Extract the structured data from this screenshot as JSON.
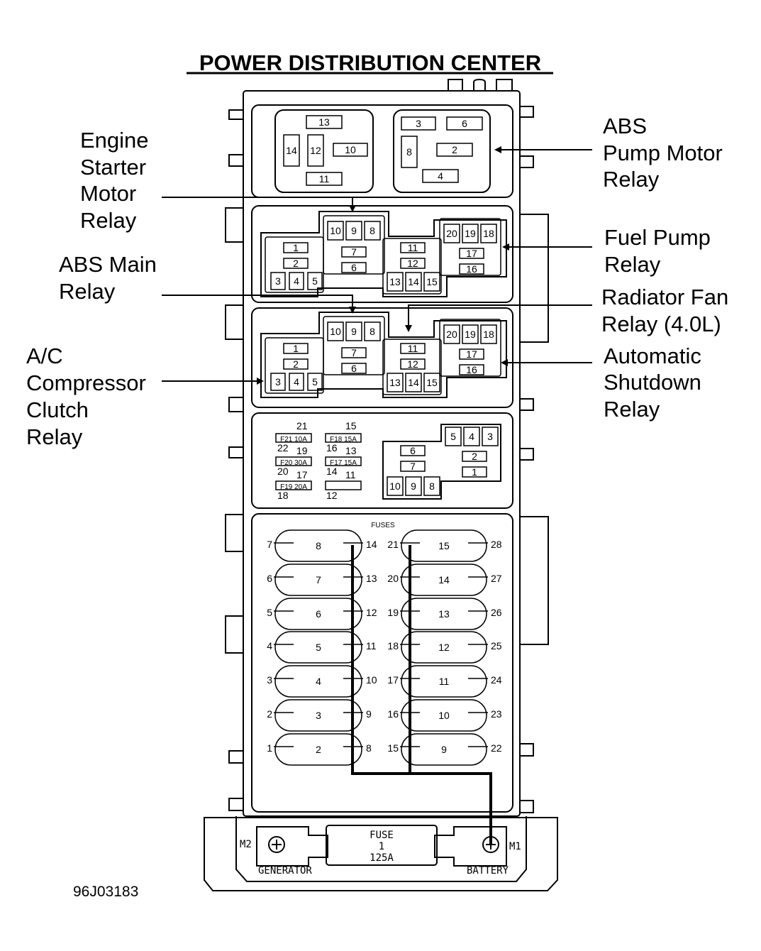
{
  "title": "POWER DISTRIBUTION CENTER",
  "figure_code": "96J03183",
  "callouts": {
    "engine_starter": [
      "Engine",
      "Starter",
      "Motor",
      "Relay"
    ],
    "abs_main": [
      "ABS Main",
      "Relay"
    ],
    "ac_compressor": [
      "A/C",
      "Compressor",
      "Clutch",
      "Relay"
    ],
    "abs_pump": [
      "ABS",
      "Pump Motor",
      "Relay"
    ],
    "fuel_pump": [
      "Fuel Pump",
      "Relay"
    ],
    "radiator_fan": [
      "Radiator Fan",
      "Relay (4.0L)"
    ],
    "auto_shutdown": [
      "Automatic",
      "Shutdown",
      "Relay"
    ]
  },
  "top_left_block": [
    "13",
    "14",
    "12",
    "10",
    "11"
  ],
  "top_right_block": [
    "3",
    "6",
    "8",
    "2",
    "4"
  ],
  "relay_bank_1": {
    "left": [
      "1",
      "2",
      "3",
      "4",
      "5"
    ],
    "center_top": [
      "10",
      "9",
      "8",
      "7",
      "6"
    ],
    "center_mid": [
      "11",
      "12",
      "13",
      "14",
      "15"
    ],
    "right": [
      "20",
      "19",
      "18",
      "17",
      "16"
    ]
  },
  "relay_bank_2": {
    "left": [
      "1",
      "2",
      "3",
      "4",
      "5"
    ],
    "center_top": [
      "10",
      "9",
      "8",
      "7",
      "6"
    ],
    "center_mid": [
      "11",
      "12",
      "13",
      "14",
      "15"
    ],
    "right": [
      "20",
      "19",
      "18",
      "17",
      "16"
    ]
  },
  "mini_fuses": {
    "labels": [
      "F21 10A",
      "F18 15A",
      "F20 30A",
      "F17 15A",
      "F19 20A"
    ],
    "pins": [
      "21",
      "22",
      "19",
      "20",
      "17",
      "18",
      "15",
      "16",
      "13",
      "14",
      "11",
      "12"
    ]
  },
  "small_relay": [
    "6",
    "7",
    "10",
    "9",
    "8",
    "5",
    "4",
    "3",
    "2",
    "1"
  ],
  "fuses_label": "FUSES",
  "left_column": [
    {
      "fuse": "8",
      "in": "7",
      "out": "14"
    },
    {
      "fuse": "7",
      "in": "6",
      "out": "13"
    },
    {
      "fuse": "6",
      "in": "5",
      "out": "12"
    },
    {
      "fuse": "5",
      "in": "4",
      "out": "11"
    },
    {
      "fuse": "4",
      "in": "3",
      "out": "10"
    },
    {
      "fuse": "3",
      "in": "2",
      "out": "9"
    },
    {
      "fuse": "2",
      "in": "1",
      "out": "8"
    }
  ],
  "right_column": [
    {
      "fuse": "15",
      "in": "21",
      "out": "28"
    },
    {
      "fuse": "14",
      "in": "20",
      "out": "27"
    },
    {
      "fuse": "13",
      "in": "19",
      "out": "26"
    },
    {
      "fuse": "12",
      "in": "18",
      "out": "25"
    },
    {
      "fuse": "11",
      "in": "17",
      "out": "24"
    },
    {
      "fuse": "10",
      "in": "16",
      "out": "23"
    },
    {
      "fuse": "9",
      "in": "15",
      "out": "22"
    }
  ],
  "main_fuse": {
    "lines": [
      "FUSE",
      "1",
      "125A"
    ],
    "left_term": "M2",
    "right_term": "M1",
    "left_label": "GENERATOR",
    "right_label": "BATTERY"
  }
}
